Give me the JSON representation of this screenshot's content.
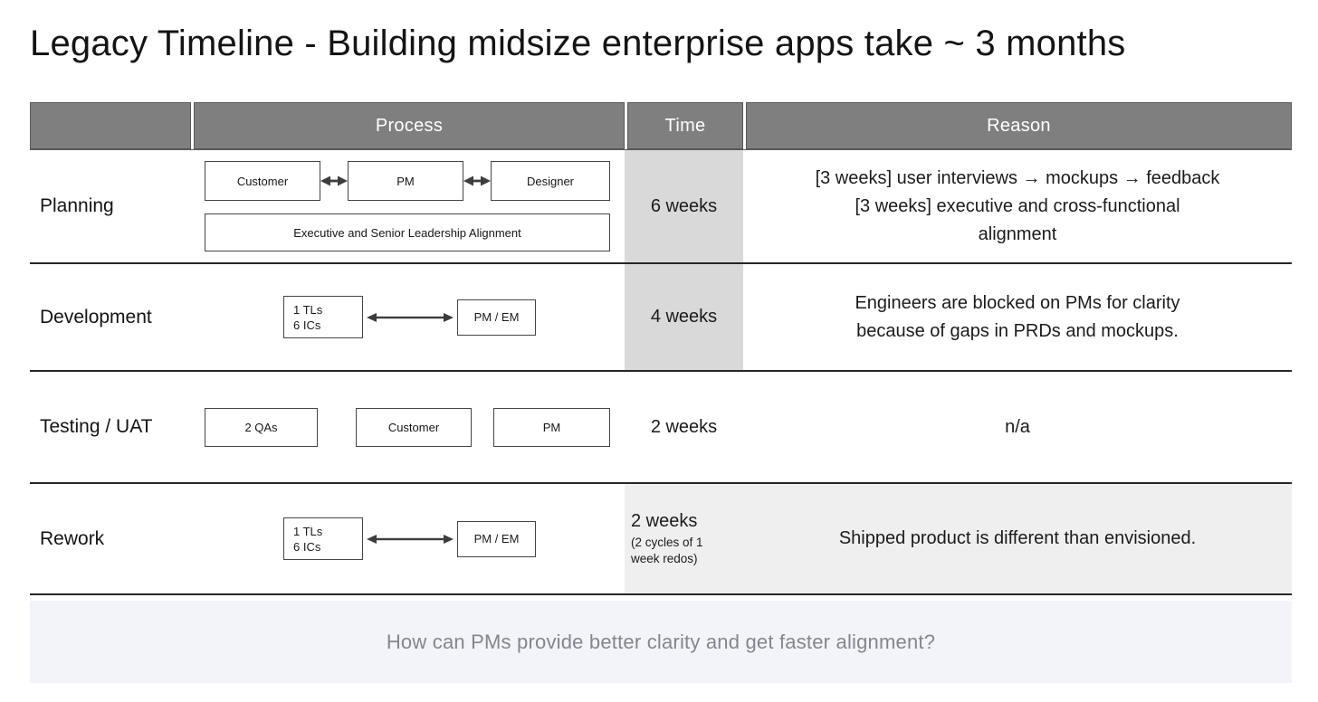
{
  "title": "Legacy Timeline - Building midsize enterprise apps take ~ 3 months",
  "colors": {
    "header_bg": "#7f7f7f",
    "header_text": "#ffffff",
    "time_shaded": "#d9d9d9",
    "rework_row_bg": "#efefef",
    "footer_bg": "#f3f4fa",
    "footer_text": "#84868f",
    "box_border": "#454545",
    "separator": "#262626"
  },
  "header": {
    "label": "",
    "process": "Process",
    "time": "Time",
    "reason": "Reason"
  },
  "rows": [
    {
      "label": "Planning",
      "process": {
        "type": "triple-linked",
        "boxes": [
          "Customer",
          "PM",
          "Designer"
        ],
        "banner": "Executive and Senior Leadership Alignment"
      },
      "time": {
        "value": "6 weeks",
        "shaded": true
      },
      "reason": {
        "lines": [
          "[3 weeks] user interviews → mockups → feedback",
          "[3 weeks] executive and cross-functional",
          "alignment"
        ]
      }
    },
    {
      "label": "Development",
      "process": {
        "type": "pair-linked",
        "left_lines": [
          "1 TLs",
          "6 ICs"
        ],
        "right": "PM / EM"
      },
      "time": {
        "value": "4 weeks",
        "shaded": true
      },
      "reason": {
        "lines": [
          "Engineers are blocked on PMs for clarity",
          "because of gaps in PRDs and mockups."
        ]
      }
    },
    {
      "label": "Testing / UAT",
      "process": {
        "type": "triple-plain",
        "boxes": [
          "2 QAs",
          "Customer",
          "PM"
        ]
      },
      "time": {
        "value": "2 weeks",
        "shaded": false
      },
      "reason": {
        "lines": [
          "n/a"
        ]
      }
    },
    {
      "label": "Rework",
      "process": {
        "type": "pair-linked",
        "left_lines": [
          "1 TLs",
          "6 ICs"
        ],
        "right": "PM / EM"
      },
      "time": {
        "value": "2 weeks",
        "note": "(2 cycles of 1 week redos)",
        "shaded": true
      },
      "reason": {
        "lines": [
          "Shipped product is different than envisioned."
        ]
      }
    }
  ],
  "footer": {
    "question": "How can PMs provide better clarity and get faster alignment?"
  }
}
